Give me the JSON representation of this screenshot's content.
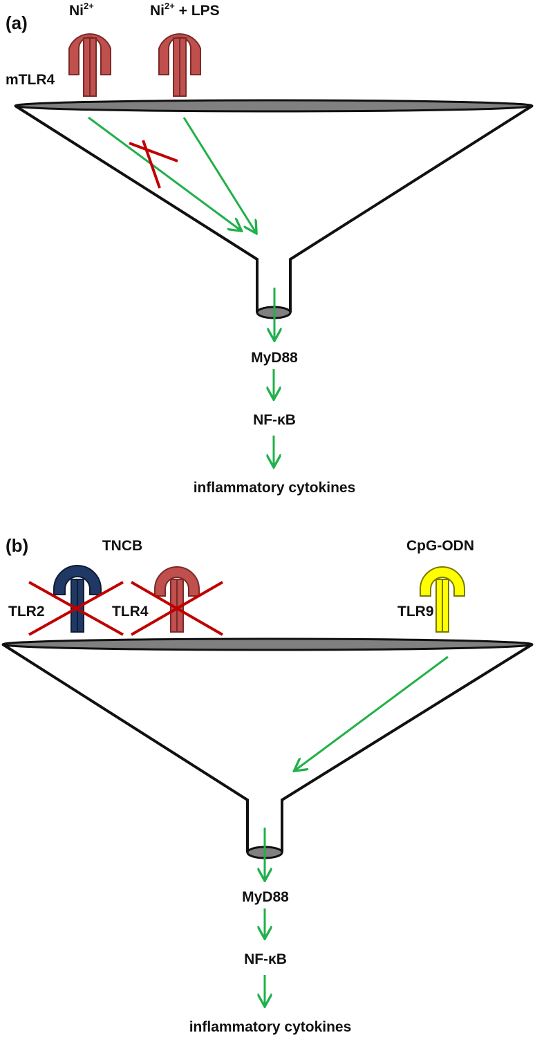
{
  "panel_a": {
    "label": "(a)",
    "ligand_1": "Ni",
    "ligand_1_sup": "2+",
    "ligand_2": "Ni",
    "ligand_2_sup": "2+",
    "ligand_2_rest": " + LPS",
    "receptor_label": "mTLR4",
    "cascade": [
      "MyD88",
      "NF-κB",
      "inflammatory cytokines"
    ]
  },
  "panel_b": {
    "label": "(b)",
    "ligand_1": "TNCB",
    "ligand_2": "CpG-ODN",
    "receptors": [
      "TLR2",
      "TLR4",
      "TLR9"
    ],
    "cascade": [
      "MyD88",
      "NF-κB",
      "inflammatory cytokines"
    ]
  },
  "colors": {
    "tlr4": "#c0504d",
    "tlr2": "#1f3864",
    "tlr9": "#ffff00",
    "arrow": "#21b04b",
    "block": "#c00000",
    "membrane": "#808080"
  }
}
